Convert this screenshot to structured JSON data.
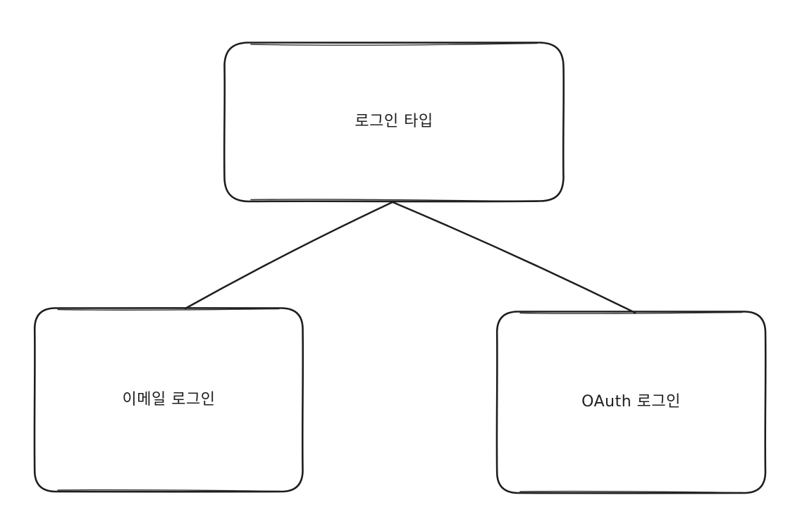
{
  "diagram": {
    "background_color": "#ffffff",
    "stroke_color": "#1e1e1e",
    "nodes": [
      {
        "id": "login-type",
        "label": "로그인 타입"
      },
      {
        "id": "email-login",
        "label": "이메일 로그인"
      },
      {
        "id": "oauth-login",
        "label": "OAuth 로그인"
      }
    ],
    "edges": [
      {
        "from": "로그인 타입",
        "to": "이메일 로그인"
      },
      {
        "from": "로그인 타입",
        "to": "OAuth 로그인"
      }
    ]
  }
}
